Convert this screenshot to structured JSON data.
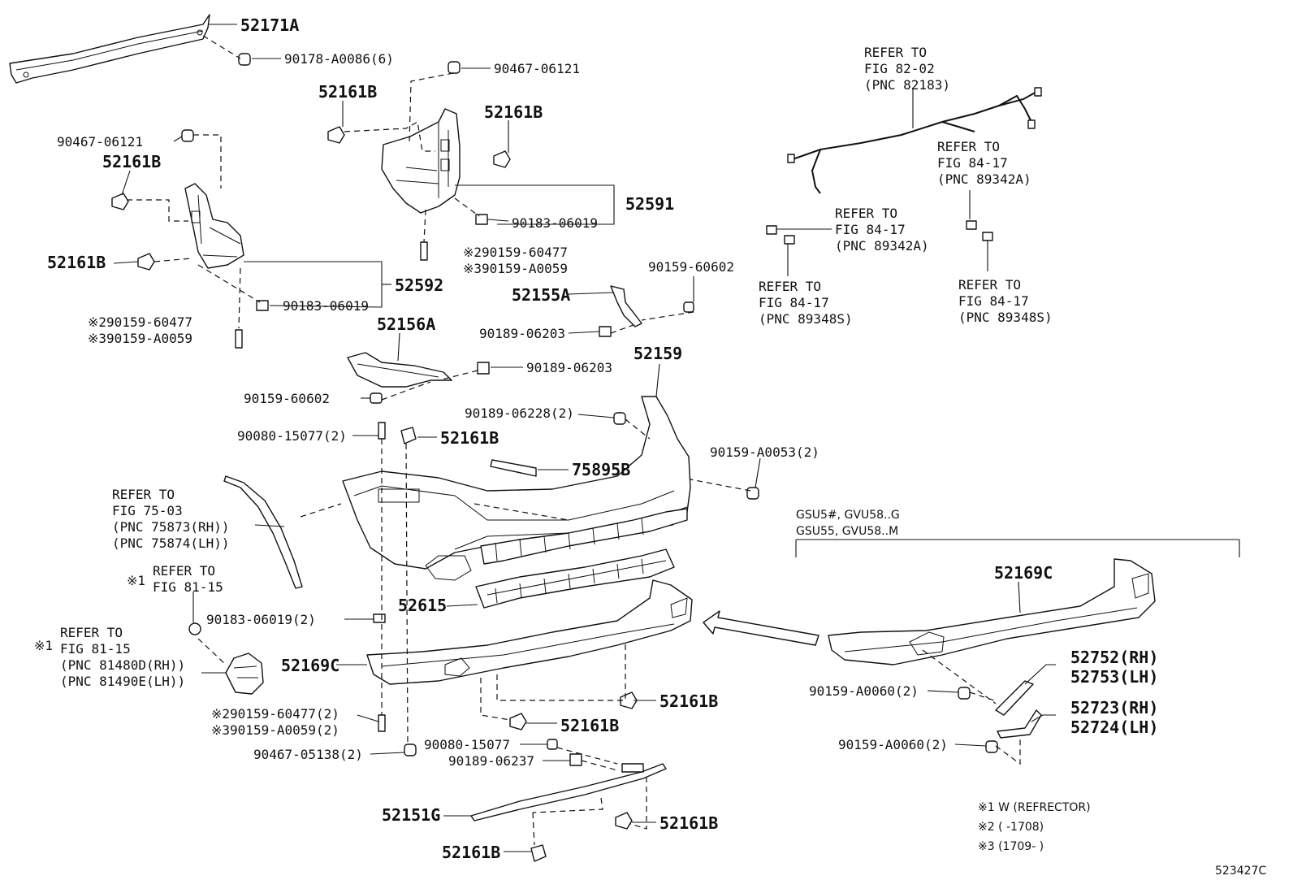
{
  "callouts": [
    {
      "id": "c1",
      "text": "52171A"
    },
    {
      "id": "c2",
      "text": "90178-A0086(6)"
    },
    {
      "id": "c3",
      "text": "90467-06121"
    },
    {
      "id": "c4",
      "text": "52161B"
    },
    {
      "id": "c5",
      "text": "52161B"
    },
    {
      "id": "c6",
      "text": "90467-06121"
    },
    {
      "id": "c7",
      "text": "52161B"
    },
    {
      "id": "c8",
      "text": "52591"
    },
    {
      "id": "c9",
      "text": "90183-06019"
    },
    {
      "id": "c10",
      "text": "52161B"
    },
    {
      "id": "c11",
      "text": "52592"
    },
    {
      "id": "c12",
      "text": "90183-06019"
    },
    {
      "id": "c13",
      "text": "※290159-60477"
    },
    {
      "id": "c14",
      "text": "※390159-A0059"
    },
    {
      "id": "c15",
      "text": "※290159-60477"
    },
    {
      "id": "c16",
      "text": "※390159-A0059"
    },
    {
      "id": "c17",
      "text": "90159-60602"
    },
    {
      "id": "c18",
      "text": "52155A"
    },
    {
      "id": "c19",
      "text": "90189-06203"
    },
    {
      "id": "c20",
      "text": "52156A"
    },
    {
      "id": "c21",
      "text": "90189-06203"
    },
    {
      "id": "c22",
      "text": "90159-60602"
    },
    {
      "id": "c23",
      "text": "52159"
    },
    {
      "id": "c24",
      "text": "90189-06228(2)"
    },
    {
      "id": "c25",
      "text": "90080-15077(2)"
    },
    {
      "id": "c26",
      "text": "52161B"
    },
    {
      "id": "c27",
      "text": "90159-A0053(2)"
    },
    {
      "id": "c28",
      "text": "75895B"
    },
    {
      "id": "c33",
      "text": "90183-06019(2)"
    },
    {
      "id": "c34",
      "text": "52615"
    },
    {
      "id": "c39",
      "text": "52169C"
    },
    {
      "id": "c40",
      "text": "52161B"
    },
    {
      "id": "c41",
      "text": "52161B"
    },
    {
      "id": "c42",
      "text": "※290159-60477(2)"
    },
    {
      "id": "c43",
      "text": "※390159-A0059(2)"
    },
    {
      "id": "c44",
      "text": "90080-15077"
    },
    {
      "id": "c45",
      "text": "90189-06237"
    },
    {
      "id": "c46",
      "text": "90467-05138(2)"
    },
    {
      "id": "c47",
      "text": "52151G"
    },
    {
      "id": "c48",
      "text": "52161B"
    },
    {
      "id": "c49",
      "text": "52161B"
    },
    {
      "id": "c50",
      "text": "52169C"
    },
    {
      "id": "c51",
      "text": "52752(RH)"
    },
    {
      "id": "c52",
      "text": "52753(LH)"
    },
    {
      "id": "c53",
      "text": "90159-A0060(2)"
    },
    {
      "id": "c54",
      "text": "52723(RH)"
    },
    {
      "id": "c55",
      "text": "52724(LH)"
    },
    {
      "id": "c56",
      "text": "90159-A0060(2)"
    }
  ],
  "refer_blocks": [
    {
      "id": "r1",
      "lines": [
        "REFER TO",
        "FIG 82-02",
        "(PNC 82183)"
      ]
    },
    {
      "id": "r2",
      "lines": [
        "REFER TO",
        "FIG 84-17",
        "(PNC 89342A)"
      ]
    },
    {
      "id": "r3",
      "lines": [
        "REFER TO",
        "FIG 84-17",
        "(PNC 89342A)"
      ]
    },
    {
      "id": "r4",
      "lines": [
        "REFER TO",
        "FIG 84-17",
        "(PNC 89348S)"
      ]
    },
    {
      "id": "r5",
      "lines": [
        "REFER TO",
        "FIG 84-17",
        "(PNC 89348S)"
      ]
    },
    {
      "id": "r6",
      "lines": [
        "REFER TO",
        "FIG 75-03",
        "(PNC 75873(RH))",
        "(PNC 75874(LH))"
      ]
    },
    {
      "id": "r7",
      "lines": [
        "REFER TO",
        "FIG 81-15"
      ]
    },
    {
      "id": "r8",
      "lines": [
        "REFER TO",
        "FIG 81-15",
        "(PNC 81480D(RH))",
        "(PNC 81490E(LH))"
      ]
    }
  ],
  "marks": {
    "m1": "※1",
    "m2": "※1"
  },
  "variant_labels": [
    "GSU5#, GVU58..G",
    "GSU55, GVU58..M"
  ],
  "legend": [
    "※1 W (REFRECTOR)",
    "※2 (      -1708)",
    "※3 (1709-      )"
  ],
  "figure_id": "523427C"
}
